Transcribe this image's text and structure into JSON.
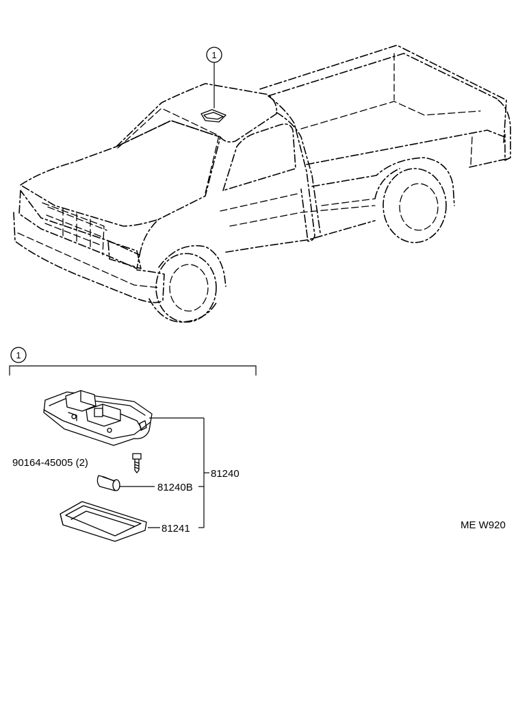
{
  "callout": {
    "truck_ref": "1",
    "detail_ref": "1"
  },
  "parts": {
    "screw": {
      "number": "90164-45005",
      "qty": "(2)"
    },
    "bulb": {
      "number": "81240B"
    },
    "lens": {
      "number": "81241"
    },
    "assembly": {
      "number": "81240"
    }
  },
  "figure_code": "ME W920"
}
